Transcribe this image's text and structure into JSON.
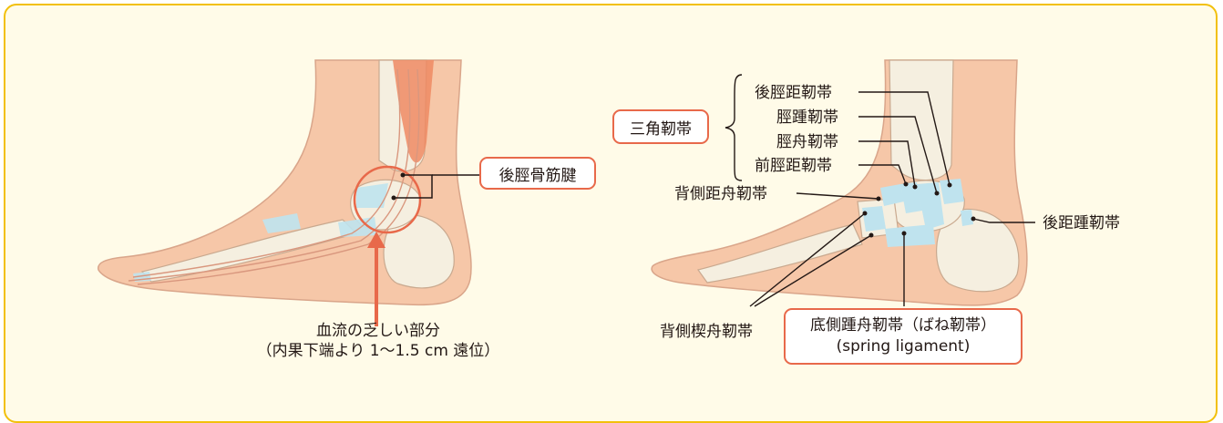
{
  "left": {
    "tendon_label": "後脛骨筋腱",
    "zone_line1": "血流の乏しい部分",
    "zone_line2": "（内果下端より 1〜1.5 cm 遠位）"
  },
  "right": {
    "group_label": "三角靭帯",
    "deltoid_items": [
      "後脛距靭帯",
      "脛踵靭帯",
      "脛舟靭帯",
      "前脛距靭帯"
    ],
    "dorsal_talonavicular": "背側距舟靭帯",
    "posterior_talocalcaneal": "後距踵靭帯",
    "dorsal_cuneonavicular": "背側楔舟靭帯",
    "spring_line1": "底側踵舟靭帯（ばね靭帯）",
    "spring_line2": "(spring ligament)"
  },
  "colors": {
    "frame_border": "#f2c00c",
    "frame_fill": "#fffbe8",
    "skin": "#f6c7a8",
    "bone": "#f5efe0",
    "ligament": "#bfe3ee",
    "muscle": "#ee8a63",
    "accent": "#e8694a"
  }
}
